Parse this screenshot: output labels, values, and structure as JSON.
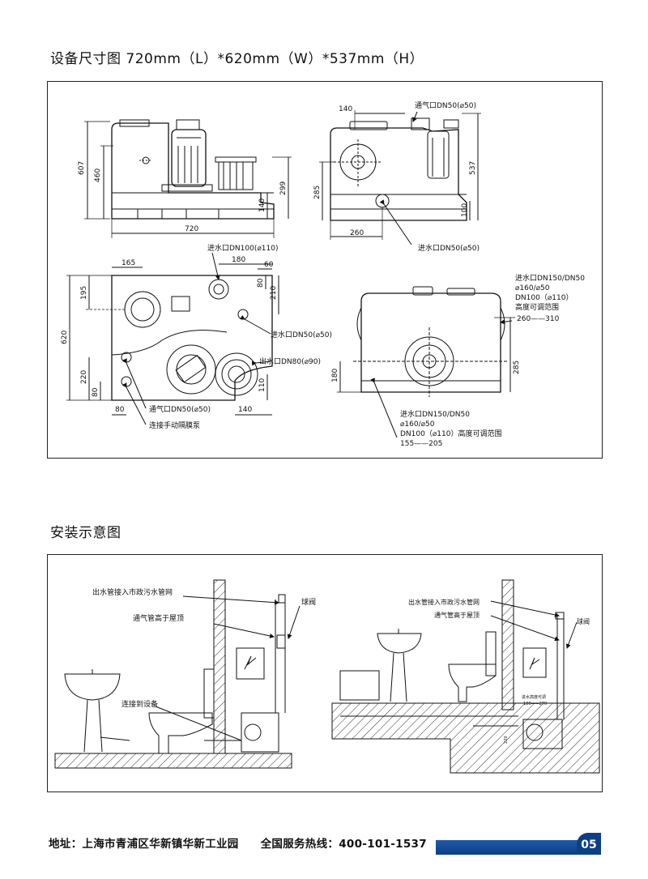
{
  "dimensions_title": "设备尺寸图 720mm（L）*620mm（W）*537mm（H）",
  "install_title": "安装示意图",
  "front_view": {
    "dim_607": "607",
    "dim_460": "460",
    "dim_299": "299",
    "dim_140": "140",
    "dim_720": "720"
  },
  "side_view": {
    "dim_140": "140",
    "vent": "通气口DN50(⌀50)",
    "dim_537": "537",
    "dim_285": "285",
    "dim_100": "100",
    "dim_260": "260",
    "inlet": "进水口DN50(⌀50)"
  },
  "top_view": {
    "inlet_dn100": "进水口DN100(⌀110)",
    "dim_165": "165",
    "dim_180": "180",
    "dim_60": "60",
    "dim_195": "195",
    "dim_80a": "80",
    "dim_210": "210",
    "dim_620": "620",
    "inlet_dn50": "进水口DN50(⌀50)",
    "outlet": "出水口DN80(⌀90)",
    "dim_220": "220",
    "dim_80b": "80",
    "dim_110": "110",
    "dim_80c": "80",
    "dim_140": "140",
    "vent": "通气口DN50(⌀50)",
    "pump": "连接手动隔膜泵"
  },
  "rear_view": {
    "inlet_top_1": "进水口DN150/DN50",
    "inlet_top_2": "⌀160/⌀50",
    "inlet_top_3": "DN100（⌀110）",
    "inlet_top_4": "高度可调范围",
    "inlet_top_5": "260——310",
    "dim_285": "285",
    "dim_180": "180",
    "inlet_bot_1": "进水口DN150/DN50",
    "inlet_bot_2": "⌀160/⌀50",
    "inlet_bot_3": "DN100（⌀110）高度可调范围",
    "inlet_bot_4": "155——205"
  },
  "install_left": {
    "drain": "出水管接入市政污水管网",
    "vent": "通气管高于屋顶",
    "valve": "球阀",
    "connect": "连接到设备"
  },
  "install_right": {
    "drain": "出水管接入市政污水管网",
    "vent": "通气管高于屋顶",
    "valve": "球阀",
    "adjust_1": "进水高度可调",
    "adjust_2": "180——270",
    "dim_220": "220"
  },
  "footer": {
    "address": "地址：上海市青浦区华新镇华新工业园",
    "hotline": "全国服务热线：400-101-1537",
    "page": "05"
  }
}
